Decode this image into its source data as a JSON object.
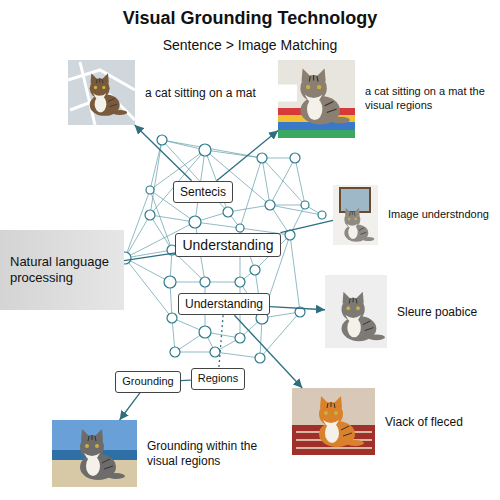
{
  "diagram": {
    "title": "Visual Grounding Technology",
    "nodes": [
      {
        "text": [
          "a cat sitting on a mat"
        ]
      },
      {
        "text": [
          "a cat sitting on a mat the visual regions"
        ]
      },
      {
        "text": [
          "Sentecis"
        ]
      },
      {
        "text": [
          "Image understndong"
        ]
      },
      {
        "text": [
          "Natural language processing"
        ]
      },
      {
        "text": [
          "Understanding"
        ]
      },
      {
        "text": [
          "Understanding"
        ]
      },
      {
        "text": [
          "Sleure poabice"
        ]
      },
      {
        "text": [
          "Grounding"
        ]
      },
      {
        "text": [
          "Regions"
        ]
      },
      {
        "text": [
          "Viack of fleced"
        ]
      },
      {
        "text": [
          "Grounding within the visual regions"
        ]
      }
    ],
    "edges": [
      {
        "from": 2,
        "to": 0,
        "arrow": "to"
      },
      {
        "from": 2,
        "to": 1,
        "arrow": "to"
      },
      {
        "from": 5,
        "to": 3,
        "arrow": "none"
      },
      {
        "from": 6,
        "to": 7,
        "arrow": "to"
      },
      {
        "from": 6,
        "to": 10,
        "arrow": "to"
      },
      {
        "from": 8,
        "to": 11,
        "arrow": "to"
      },
      {
        "from": 8,
        "to": 9,
        "arrow": "none"
      },
      {
        "from": 6,
        "to": 9,
        "arrow": "none"
      },
      {
        "from": 4,
        "to": 5,
        "arrow": "none"
      }
    ],
    "labels": [
      "Sentence > Image Matching"
    ]
  }
}
